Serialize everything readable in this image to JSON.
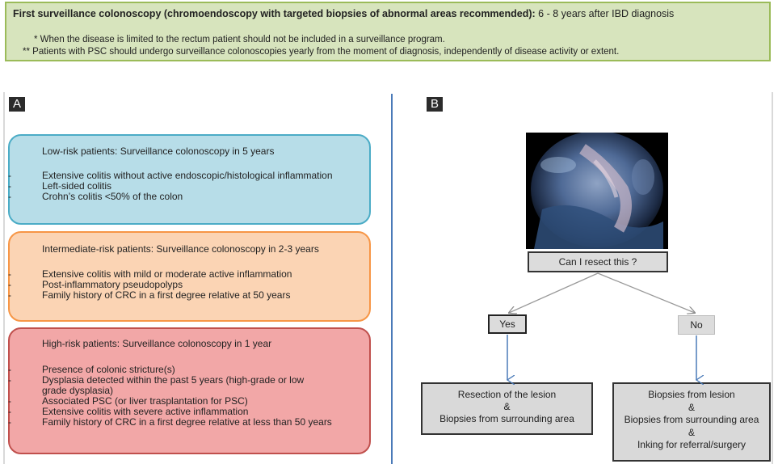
{
  "top": {
    "title_bold": "First surveillance colonoscopy  (chromoendoscopy with targeted biopsies of abnormal areas recommended):",
    "title_rest": " 6 - 8 years after IBD diagnosis",
    "note1": "*   When the disease is limited to the rectum patient should not be included in a surveillance program.",
    "note2": "**  Patients with PSC should undergo surveillance colonoscopies yearly from the moment of diagnosis, independently of disease activity or extent."
  },
  "panel_a": {
    "label": "A",
    "low": {
      "title": "Low-risk patients: Surveillance colonoscopy in 5 years",
      "items": [
        "Extensive colitis without active endoscopic/histological inflammation",
        "Left-sided colitis",
        "Crohn’s colitis <50% of the colon"
      ],
      "color": "#b7dde8"
    },
    "intermediate": {
      "title": "Intermediate-risk patients: Surveillance colonoscopy in 2-3 years",
      "items": [
        "Extensive colitis with mild or moderate active  inflammation",
        "Post-inflammatory pseudopolyps",
        "Family history of CRC in a first degree relative at 50 years"
      ],
      "color": "#fbd4b4"
    },
    "high": {
      "title": "High-risk patients: Surveillance colonoscopy in 1 year",
      "items": [
        "Presence of colonic stricture(s)",
        "Dysplasia detected within the past 5 years (high-grade or low",
        "grade dysplasia)",
        "Associated PSC (or liver trasplantation for PSC)",
        "Extensive colitis with severe active inflammation",
        "Family history of CRC in a first degree relative at less than 50 years"
      ],
      "color": "#f2a7a7"
    }
  },
  "panel_b": {
    "label": "B",
    "question": "Can I resect this ?",
    "yes": "Yes",
    "no": "No",
    "resection": [
      "Resection of the lesion",
      "&",
      "Biopsies from surrounding area"
    ],
    "biopsies": [
      "Biopsies from lesion",
      "&",
      "Biopsies from surrounding area",
      "&",
      "Inking for referral/surgery"
    ]
  }
}
